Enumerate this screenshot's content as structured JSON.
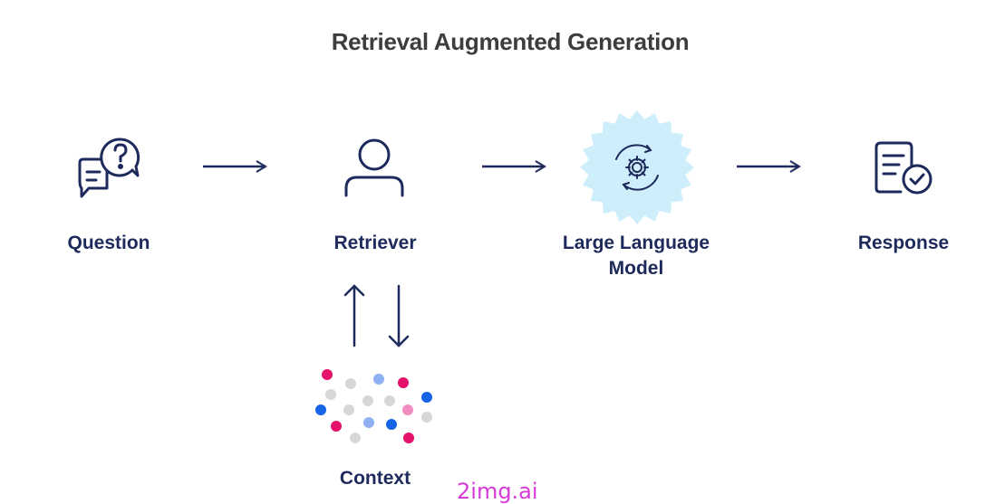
{
  "title": "Retrieval Augmented Generation",
  "nodes": {
    "question": {
      "label": "Question",
      "icon": "chat-question-icon"
    },
    "retriever": {
      "label": "Retriever",
      "icon": "person-icon"
    },
    "llm": {
      "label": "Large Language\nModel",
      "icon": "gear-cycle-icon"
    },
    "response": {
      "label": "Response",
      "icon": "document-check-icon"
    },
    "context": {
      "label": "Context",
      "icon": "scattered-dots-icon"
    }
  },
  "colors": {
    "navy": "#1d2a5b",
    "title": "#3d3d3d",
    "gear_fill": "#cfeefb",
    "dot_pink": "#e6116b",
    "dot_blue": "#1565e6",
    "dot_lightblue": "#8fb0f2",
    "dot_gray": "#d7d7d7",
    "watermark": "#d63ad8"
  },
  "watermark": "2img.ai"
}
